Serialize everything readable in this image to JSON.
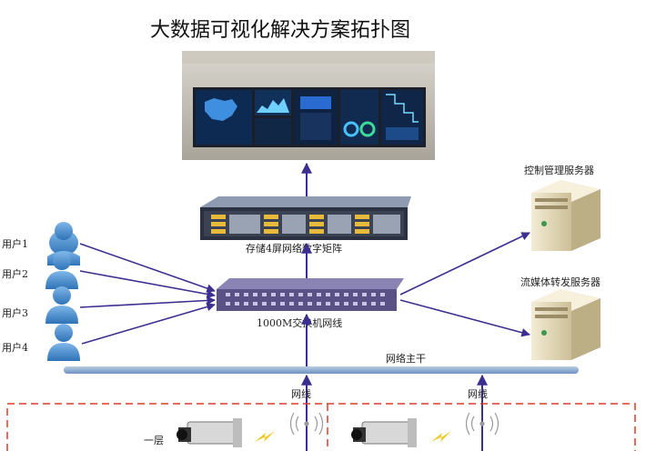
{
  "title": "大数据可视化解决方案拓扑图",
  "users": [
    {
      "label": "用户1"
    },
    {
      "label": "用户2"
    },
    {
      "label": "用户3"
    },
    {
      "label": "用户4"
    }
  ],
  "matrix_label": "存储4屏网络数字矩阵",
  "switch_label": "1000M交换机网线",
  "servers": [
    {
      "label": "控制管理服务器"
    },
    {
      "label": "流媒体转发服务器"
    }
  ],
  "backbone_label": "网络主干",
  "cable_labels": [
    "网线",
    "网线"
  ],
  "floor_label": "一层",
  "colors": {
    "link": "#3b2f8f",
    "backbone": "#7f9fc5",
    "dashed_border": "#e03a2a",
    "user_icon": "#4b8fd0",
    "server_body": "#e9dfc2"
  }
}
